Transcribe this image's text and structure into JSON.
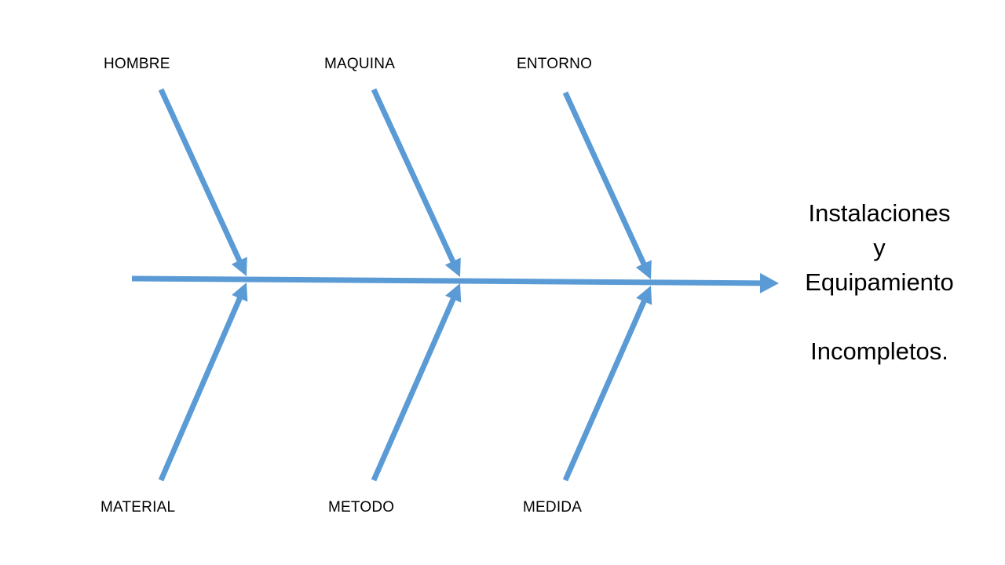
{
  "diagram": {
    "type": "ishikawa",
    "line_color": "#5b9bd5",
    "text_color": "#000000",
    "top_causes": [
      "HOMBRE",
      "MAQUINA",
      "ENTORNO"
    ],
    "bottom_causes": [
      "MATERIAL",
      "METODO",
      "MEDIDA"
    ],
    "effect": {
      "line1": "Instalaciones",
      "line2": "y",
      "line3": "Equipamiento",
      "line4": "Incompletos."
    }
  }
}
